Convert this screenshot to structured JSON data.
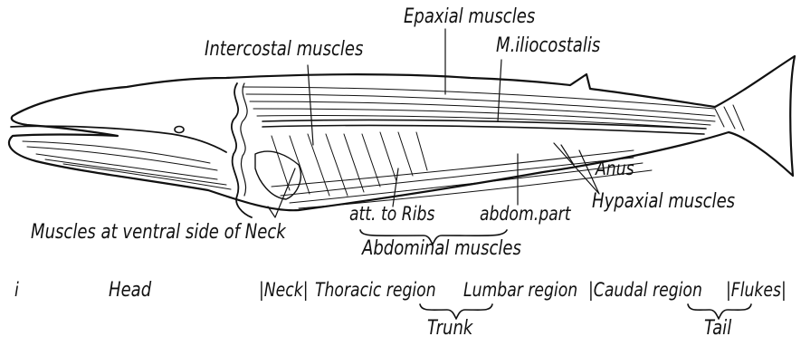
{
  "labels": {
    "epaxial": "Epaxial muscles",
    "intercostal": "Intercostal muscles",
    "iliocostalis": "M.iliocostalis",
    "anus": "Anus",
    "hypaxial": "Hypaxial muscles",
    "ventral_neck": "Muscles at ventral side of Neck",
    "att_ribs": "att. to Ribs",
    "abdom_part": "abdom.part",
    "abdominal": "Abdominal muscles"
  },
  "regions": {
    "marker": "i",
    "head": "Head",
    "neck": "|Neck|",
    "thoracic": "Thoracic region",
    "lumbar": "Lumbar region",
    "caudal": "|Caudal region",
    "flukes": "|Flukes|",
    "trunk": "Trunk",
    "tail": "Tail"
  },
  "colors": {
    "ink": "#111111",
    "paper": "#ffffff"
  }
}
